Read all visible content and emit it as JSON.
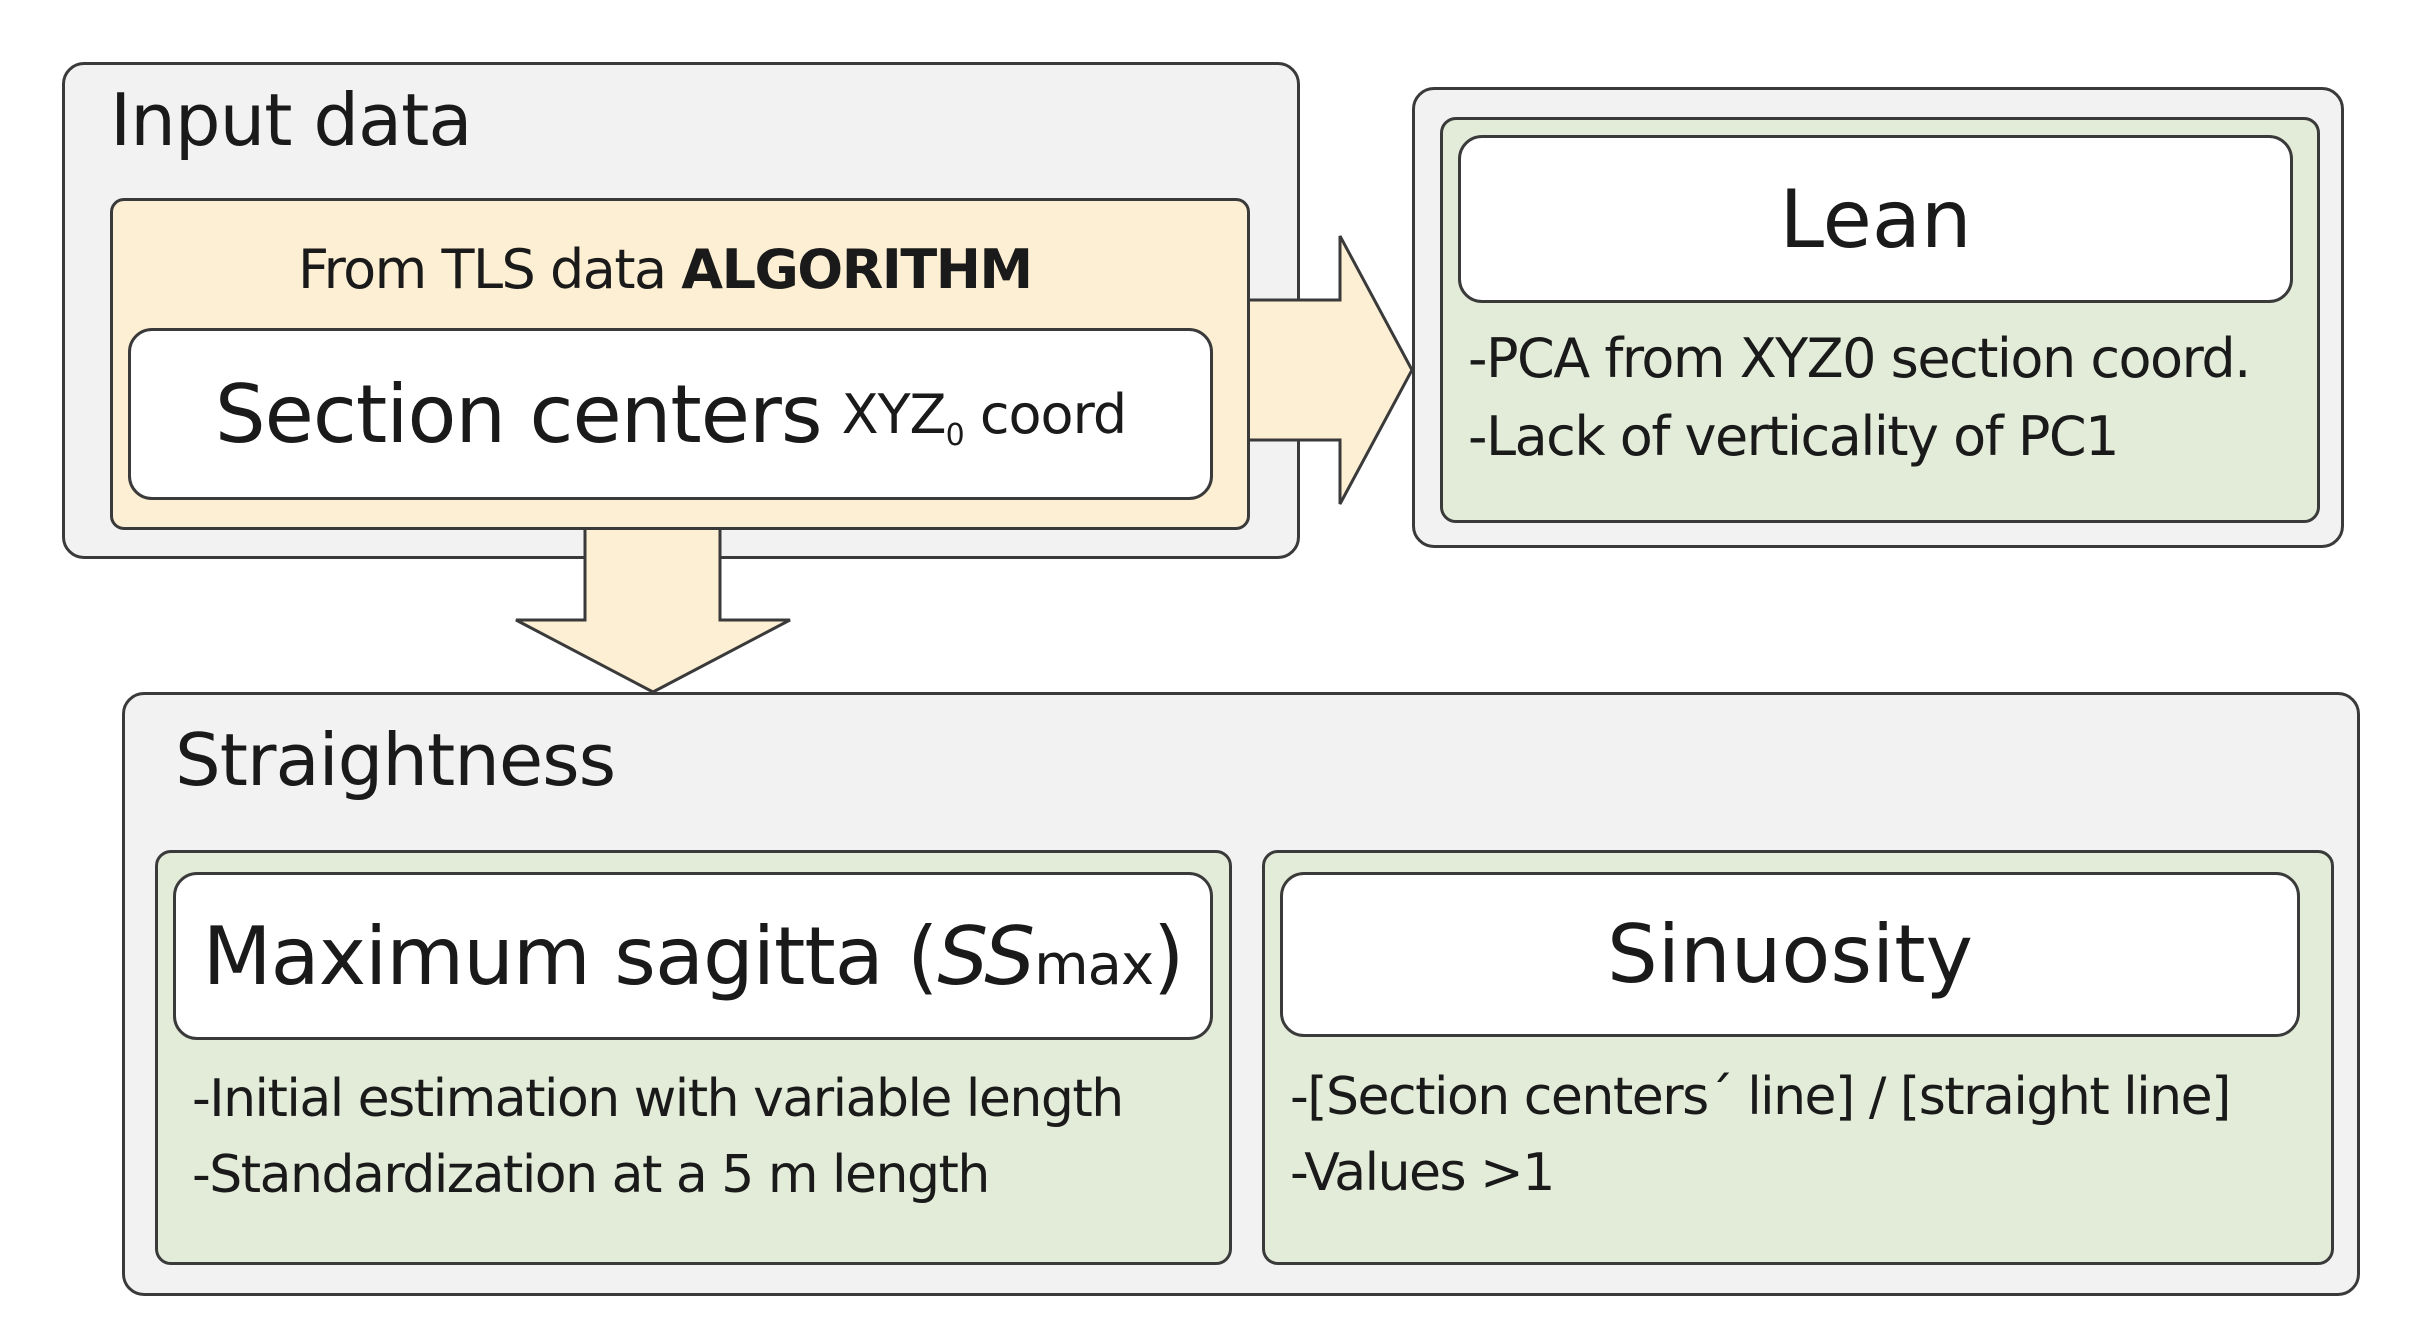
{
  "input": {
    "title": "Input data",
    "source_text": "From TLS data",
    "source_bold": "ALGORITHM",
    "section_main": "Section centers",
    "section_sub_pre": "XYZ",
    "section_sub_index": "0",
    "section_sub_post": " coord"
  },
  "lean": {
    "title": "Lean",
    "lines": [
      "-PCA from XYZ0 section coord.",
      "-Lack of verticality of PC1"
    ]
  },
  "straightness": {
    "title": "Straightness",
    "sagitta": {
      "title_pre": "Maximum sagitta (",
      "title_ss": "SS",
      "title_sub": "max",
      "title_post": ")",
      "lines": [
        "-Initial estimation with variable length",
        "-Standardization at a 5 m length"
      ]
    },
    "sinuosity": {
      "title": "Sinuosity",
      "lines": [
        "-[Section centers´ line] / [straight line]",
        "-Values >1"
      ]
    }
  },
  "colors": {
    "panel_bg": "#f2f2f2",
    "green_bg": "#e3ecd9",
    "yellow_bg": "#fcefd3",
    "border": "#3a3a3a"
  }
}
